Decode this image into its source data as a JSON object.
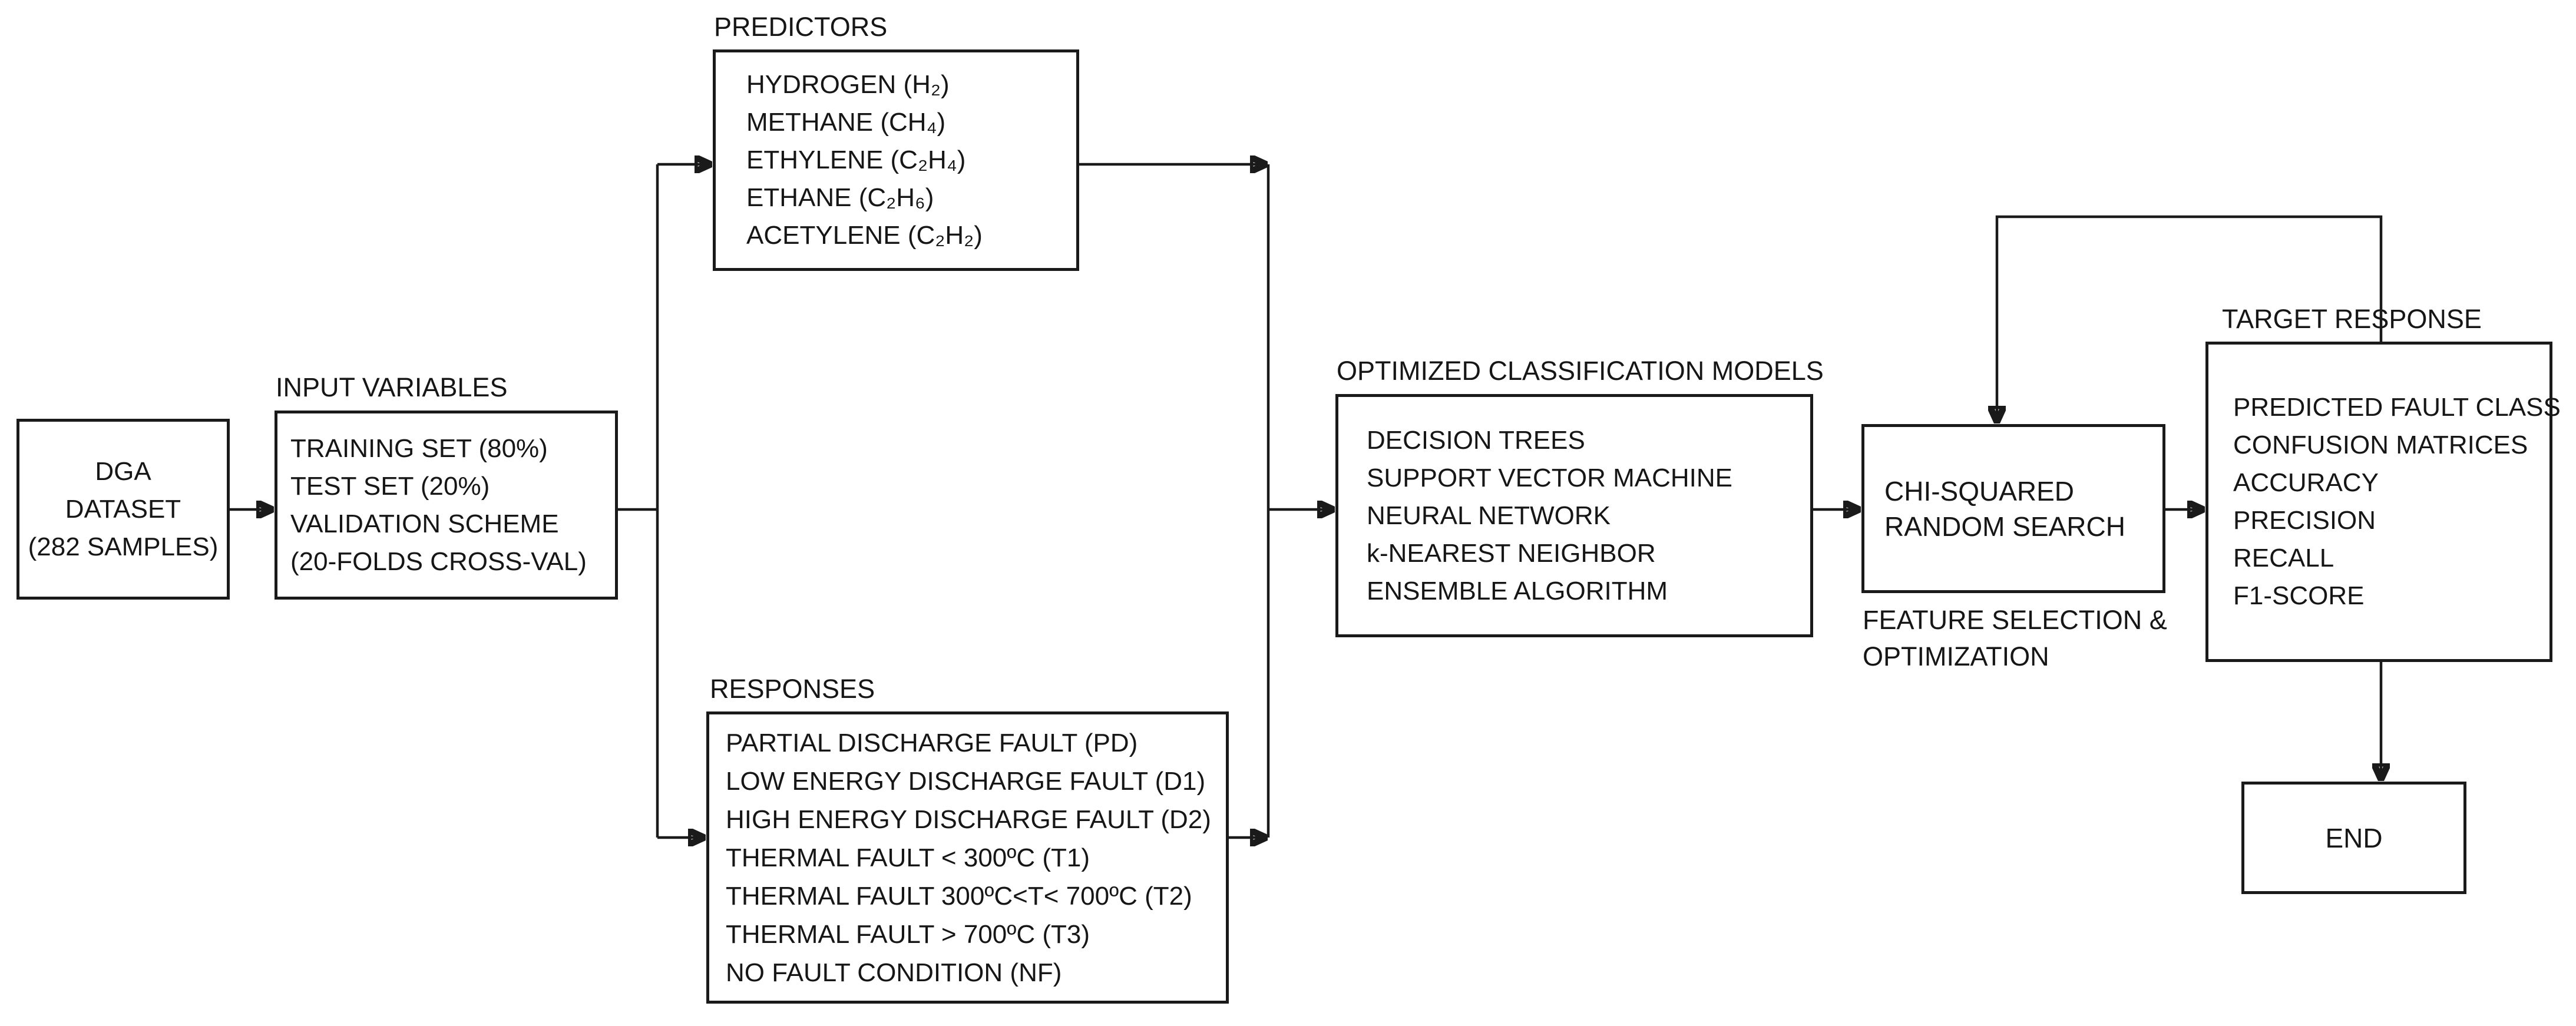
{
  "figure": {
    "background": "#ffffff",
    "line_color": "#1a1a1a",
    "nodes": {
      "dga": {
        "lines": [
          "DGA",
          "DATASET",
          "(282 SAMPLES)"
        ]
      },
      "input": {
        "label": "INPUT VARIABLES",
        "lines": [
          "TRAINING SET (80%)",
          "TEST SET (20%)",
          "VALIDATION SCHEME",
          "(20-FOLDS CROSS-VAL)"
        ]
      },
      "predictors": {
        "label": "PREDICTORS",
        "lines": [
          "HYDROGEN (H₂)",
          "METHANE (CH₄)",
          "ETHYLENE (C₂H₄)",
          "ETHANE (C₂H₆)",
          "ACETYLENE (C₂H₂)"
        ]
      },
      "responses": {
        "label": "RESPONSES",
        "lines": [
          "PARTIAL DISCHARGE FAULT (PD)",
          "LOW ENERGY DISCHARGE FAULT (D1)",
          "HIGH ENERGY DISCHARGE FAULT (D2)",
          "THERMAL FAULT < 300ºC (T1)",
          "THERMAL FAULT 300ºC<T< 700ºC (T2)",
          "THERMAL FAULT > 700ºC (T3)",
          "NO FAULT CONDITION (NF)"
        ]
      },
      "models": {
        "label": "OPTIMIZED CLASSIFICATION MODELS",
        "lines": [
          "DECISION TREES",
          "SUPPORT VECTOR MACHINE",
          "NEURAL NETWORK",
          "k-NEAREST NEIGHBOR",
          "ENSEMBLE ALGORITHM"
        ]
      },
      "chi": {
        "lines": [
          "CHI-SQUARED",
          "RANDOM SEARCH"
        ],
        "caption_lines": [
          "FEATURE SELECTION &",
          "OPTIMIZATION"
        ]
      },
      "target": {
        "label": "TARGET RESPONSE",
        "lines": [
          "PREDICTED FAULT CLASS",
          "CONFUSION MATRICES",
          "ACCURACY",
          "PRECISION",
          "RECALL",
          "F1-SCORE"
        ]
      },
      "end": {
        "lines": [
          "END"
        ]
      }
    }
  }
}
